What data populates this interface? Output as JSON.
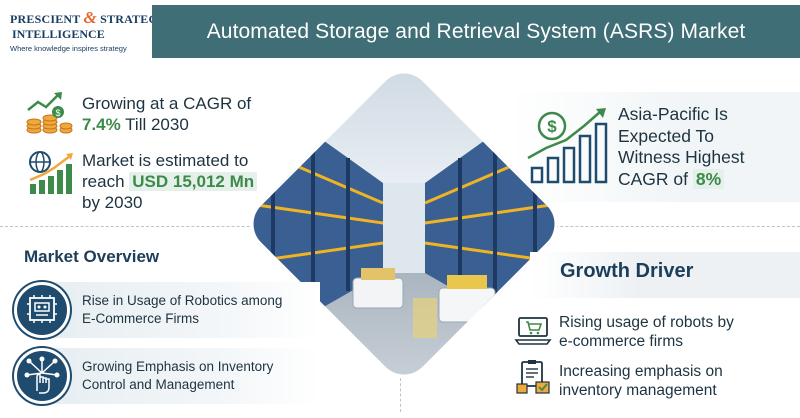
{
  "logo": {
    "line1_a": "PRESCIENT",
    "line1_amp": "&",
    "line1_b": "STRATEGIC",
    "line2": "INTELLIGENCE",
    "tagline": "Where knowledge inspires strategy"
  },
  "title": "Automated Storage and Retrieval System (ASRS) Market",
  "stats": {
    "cagr_prefix": "Growing at a CAGR of",
    "cagr_value": "7.4%",
    "cagr_suffix": "Till 2030",
    "market_line1": "Market is estimated to",
    "market_prefix": "reach",
    "market_value": "USD 15,012 Mn",
    "market_suffix": "by 2030",
    "apac_line1": "Asia-Pacific Is",
    "apac_line2": "Expected To",
    "apac_line3": "Witness Highest",
    "apac_prefix": "CAGR of",
    "apac_value": "8%"
  },
  "market_overview": {
    "title": "Market Overview",
    "items": [
      {
        "line1": "Rise in Usage of Robotics among",
        "line2": "E-Commerce Firms",
        "icon": "robot-circuit-icon"
      },
      {
        "line1": "Growing Emphasis on Inventory",
        "line2": "Control and Management",
        "icon": "hand-network-icon"
      }
    ]
  },
  "growth_driver": {
    "title": "Growth Driver",
    "items": [
      {
        "line1": "Rising usage of robots by",
        "line2": "e-commerce firms",
        "icon": "laptop-cart-icon"
      },
      {
        "line1": "Increasing emphasis on",
        "line2": "inventory management",
        "icon": "clipboard-boxes-icon"
      }
    ]
  },
  "colors": {
    "title_bar": "#3f6e76",
    "accent_green": "#3d8a4a",
    "navy": "#1d3e5a",
    "logo_orange": "#e5672e"
  }
}
